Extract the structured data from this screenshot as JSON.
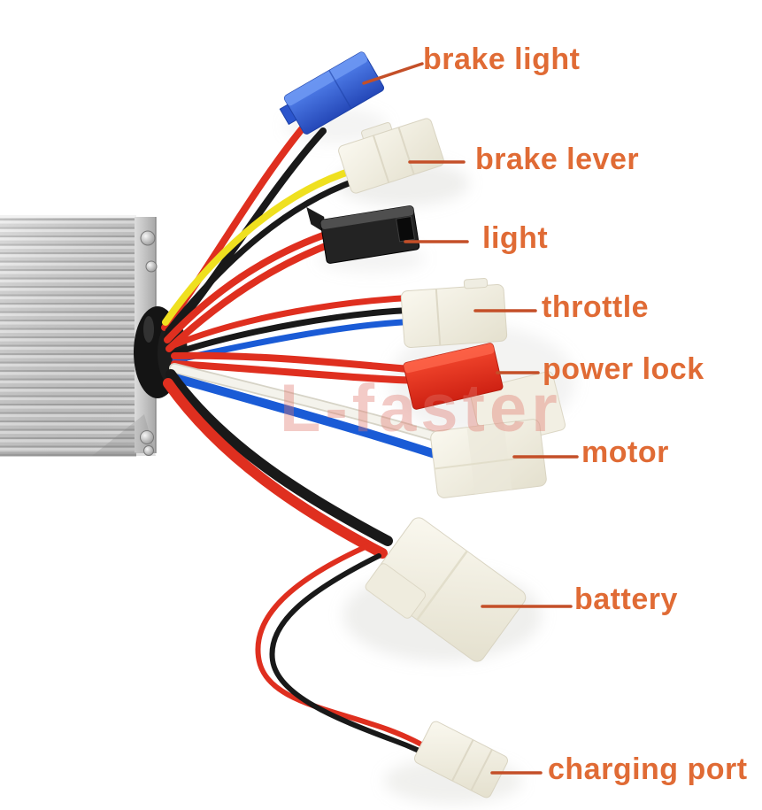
{
  "page": {
    "type": "annotated product photo of a motor controller wiring harness",
    "watermark": "L-faster"
  },
  "colors": {
    "background": "#ffffff",
    "label_text": "#E06B35",
    "leader_line": "#C44F28",
    "watermark_pink": "rgba(224,118,108,0.38)",
    "wire_red": "#DF2F1F",
    "wire_black": "#191919",
    "wire_yellow": "#EFE01F",
    "wire_blue": "#1A5BD6",
    "wire_white": "#F4F3EC",
    "connector_blue": "#2E62DC",
    "connector_red": "#EE3A24",
    "connector_white": "#F3F0E3",
    "connector_black": "#232323",
    "controller_silver": "#D2D2D2"
  },
  "labels": [
    {
      "id": "brake-light",
      "text": "brake light",
      "connector_color": "blue"
    },
    {
      "id": "brake-lever",
      "text": "brake lever",
      "connector_color": "white"
    },
    {
      "id": "light",
      "text": "light",
      "connector_color": "black"
    },
    {
      "id": "throttle",
      "text": "throttle",
      "connector_color": "white"
    },
    {
      "id": "power-lock",
      "text": "power lock",
      "connector_color": "red"
    },
    {
      "id": "motor",
      "text": "motor",
      "connector_color": "white"
    },
    {
      "id": "battery",
      "text": "battery",
      "connector_color": "white"
    },
    {
      "id": "charging-port",
      "text": "charging port",
      "connector_color": "white"
    }
  ],
  "hardware": {
    "device": "silver finned motor controller with wire grommet",
    "wire_colors": [
      "red",
      "black",
      "yellow",
      "blue",
      "white"
    ]
  }
}
